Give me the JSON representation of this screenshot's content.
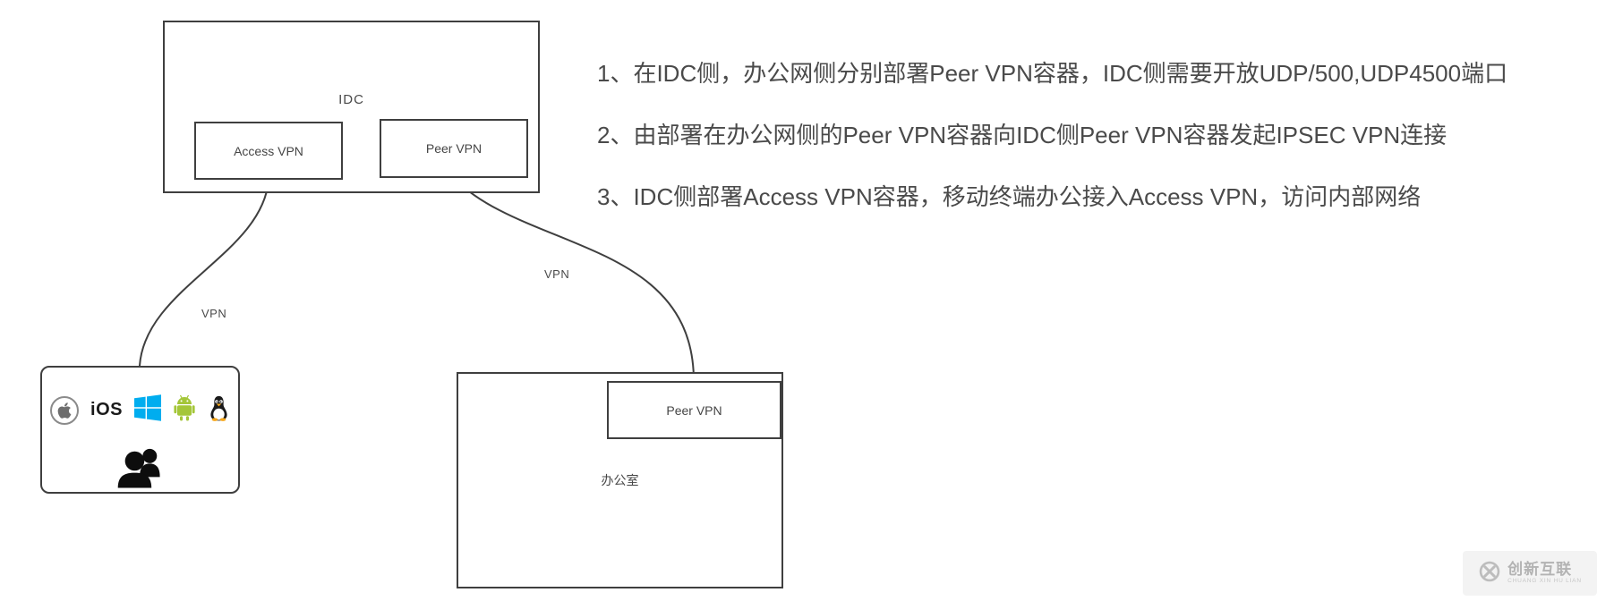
{
  "diagram": {
    "idc": {
      "label": "IDC",
      "access_vpn_label": "Access VPN",
      "peer_vpn_label": "Peer VPN"
    },
    "office": {
      "label": "办公室",
      "peer_vpn_label": "Peer VPN"
    },
    "devices": {
      "ios_label": "iOS",
      "icons": [
        "apple-icon",
        "windows-icon",
        "android-icon",
        "linux-icon",
        "users-icon"
      ]
    },
    "links": [
      {
        "label": "VPN"
      },
      {
        "label": "VPN"
      }
    ]
  },
  "notes": [
    "1、在IDC侧，办公网侧分别部署Peer VPN容器，IDC侧需要开放UDP/500,UDP4500端口",
    "2、由部署在办公网侧的Peer VPN容器向IDC侧Peer VPN容器发起IPSEC VPN连接",
    "3、IDC侧部署Access VPN容器，移动终端办公接入Access VPN，访问内部网络"
  ],
  "watermark": {
    "title": "创新互联",
    "subtitle": "CHUANG XIN HU LIAN"
  },
  "colors": {
    "line": "#3f3f3f",
    "text": "#4a4a4a",
    "windows_blue": "#00ADEF",
    "android_green": "#A4C639",
    "tux_orange": "#F6A71B",
    "watermark_gray": "#bdbdbd"
  }
}
